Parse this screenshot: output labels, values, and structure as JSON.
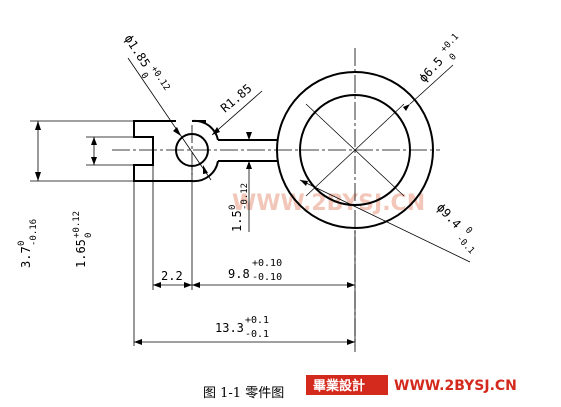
{
  "drawing": {
    "caption": "图  1-1  零件图",
    "dimensions": {
      "phi185": {
        "base": "ϕ1.85",
        "upper": "+0.12",
        "lower": "0"
      },
      "r185": {
        "base": "R1.85"
      },
      "phi65": {
        "base": "ϕ6.5",
        "upper": "+0.1",
        "lower": "0"
      },
      "phi94": {
        "base": "ϕ9.4",
        "upper": "0",
        "lower": "-0.1"
      },
      "d37": {
        "base": "3.7",
        "upper": "0",
        "lower": "-0.16"
      },
      "d165": {
        "base": "1.65",
        "upper": "+0.12",
        "lower": "0"
      },
      "d15": {
        "base": "1.5",
        "upper": "0",
        "lower": "-0.12"
      },
      "d22": {
        "base": "2.2"
      },
      "d98": {
        "base": "9.8",
        "upper": "+0.10",
        "lower": "-0.10"
      },
      "d133": {
        "base": "13.3",
        "upper": "+0.1",
        "lower": "-0.1"
      }
    }
  },
  "watermark": {
    "center_text": "WWW.2BYSJ.CN",
    "badge_text": "畢業設計",
    "url_text": "WWW.2BYSJ.CN",
    "colors": {
      "red": "#d42a1e",
      "faint": "#f2c7b9",
      "badge_text": "#ffffff"
    }
  }
}
